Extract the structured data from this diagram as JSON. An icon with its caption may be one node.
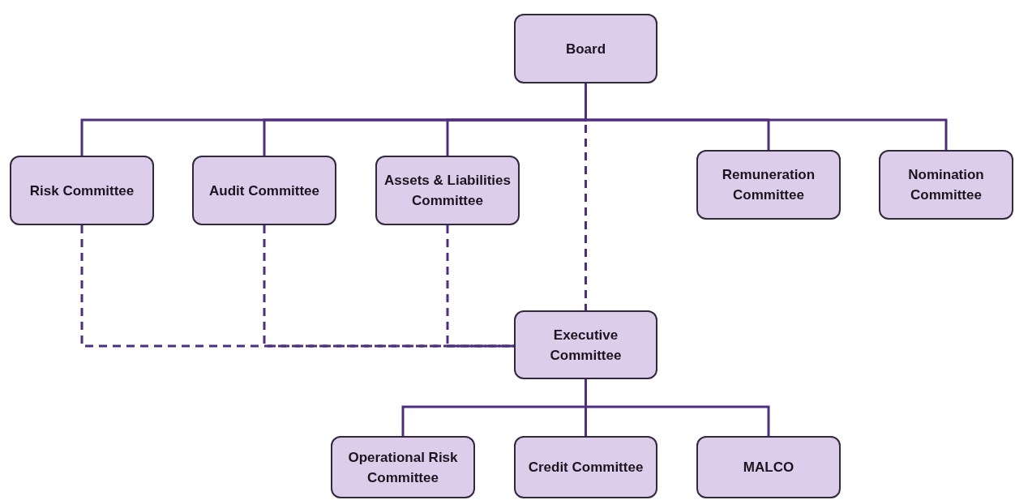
{
  "diagram": {
    "nodes": [
      {
        "text": [
          "Board"
        ]
      },
      {
        "text": [
          "Risk Committee"
        ]
      },
      {
        "text": [
          "Audit Committee"
        ]
      },
      {
        "text": [
          "Assets & Liabilities Committee"
        ]
      },
      {
        "text": [
          "Remuneration Committee"
        ]
      },
      {
        "text": [
          "Nomination Committee"
        ]
      },
      {
        "text": [
          "Executive Committee"
        ]
      },
      {
        "text": [
          "Operational Risk Committee"
        ]
      },
      {
        "text": [
          "Credit Committee"
        ]
      },
      {
        "text": [
          "MALCO"
        ]
      }
    ],
    "edges": [
      {
        "from": 0,
        "to": 1,
        "arrow": "none"
      },
      {
        "from": 0,
        "to": 2,
        "arrow": "none"
      },
      {
        "from": 0,
        "to": 3,
        "arrow": "none"
      },
      {
        "from": 0,
        "to": 4,
        "arrow": "none"
      },
      {
        "from": 0,
        "to": 5,
        "arrow": "none"
      },
      {
        "from": 0,
        "to": 6,
        "arrow": "none",
        "style": "dashed"
      },
      {
        "from": 1,
        "to": 6,
        "arrow": "none",
        "style": "dashed"
      },
      {
        "from": 2,
        "to": 6,
        "arrow": "none",
        "style": "dashed"
      },
      {
        "from": 3,
        "to": 6,
        "arrow": "none",
        "style": "dashed"
      },
      {
        "from": 6,
        "to": 7,
        "arrow": "none"
      },
      {
        "from": 6,
        "to": 8,
        "arrow": "none"
      },
      {
        "from": 6,
        "to": 9,
        "arrow": "none"
      }
    ]
  }
}
